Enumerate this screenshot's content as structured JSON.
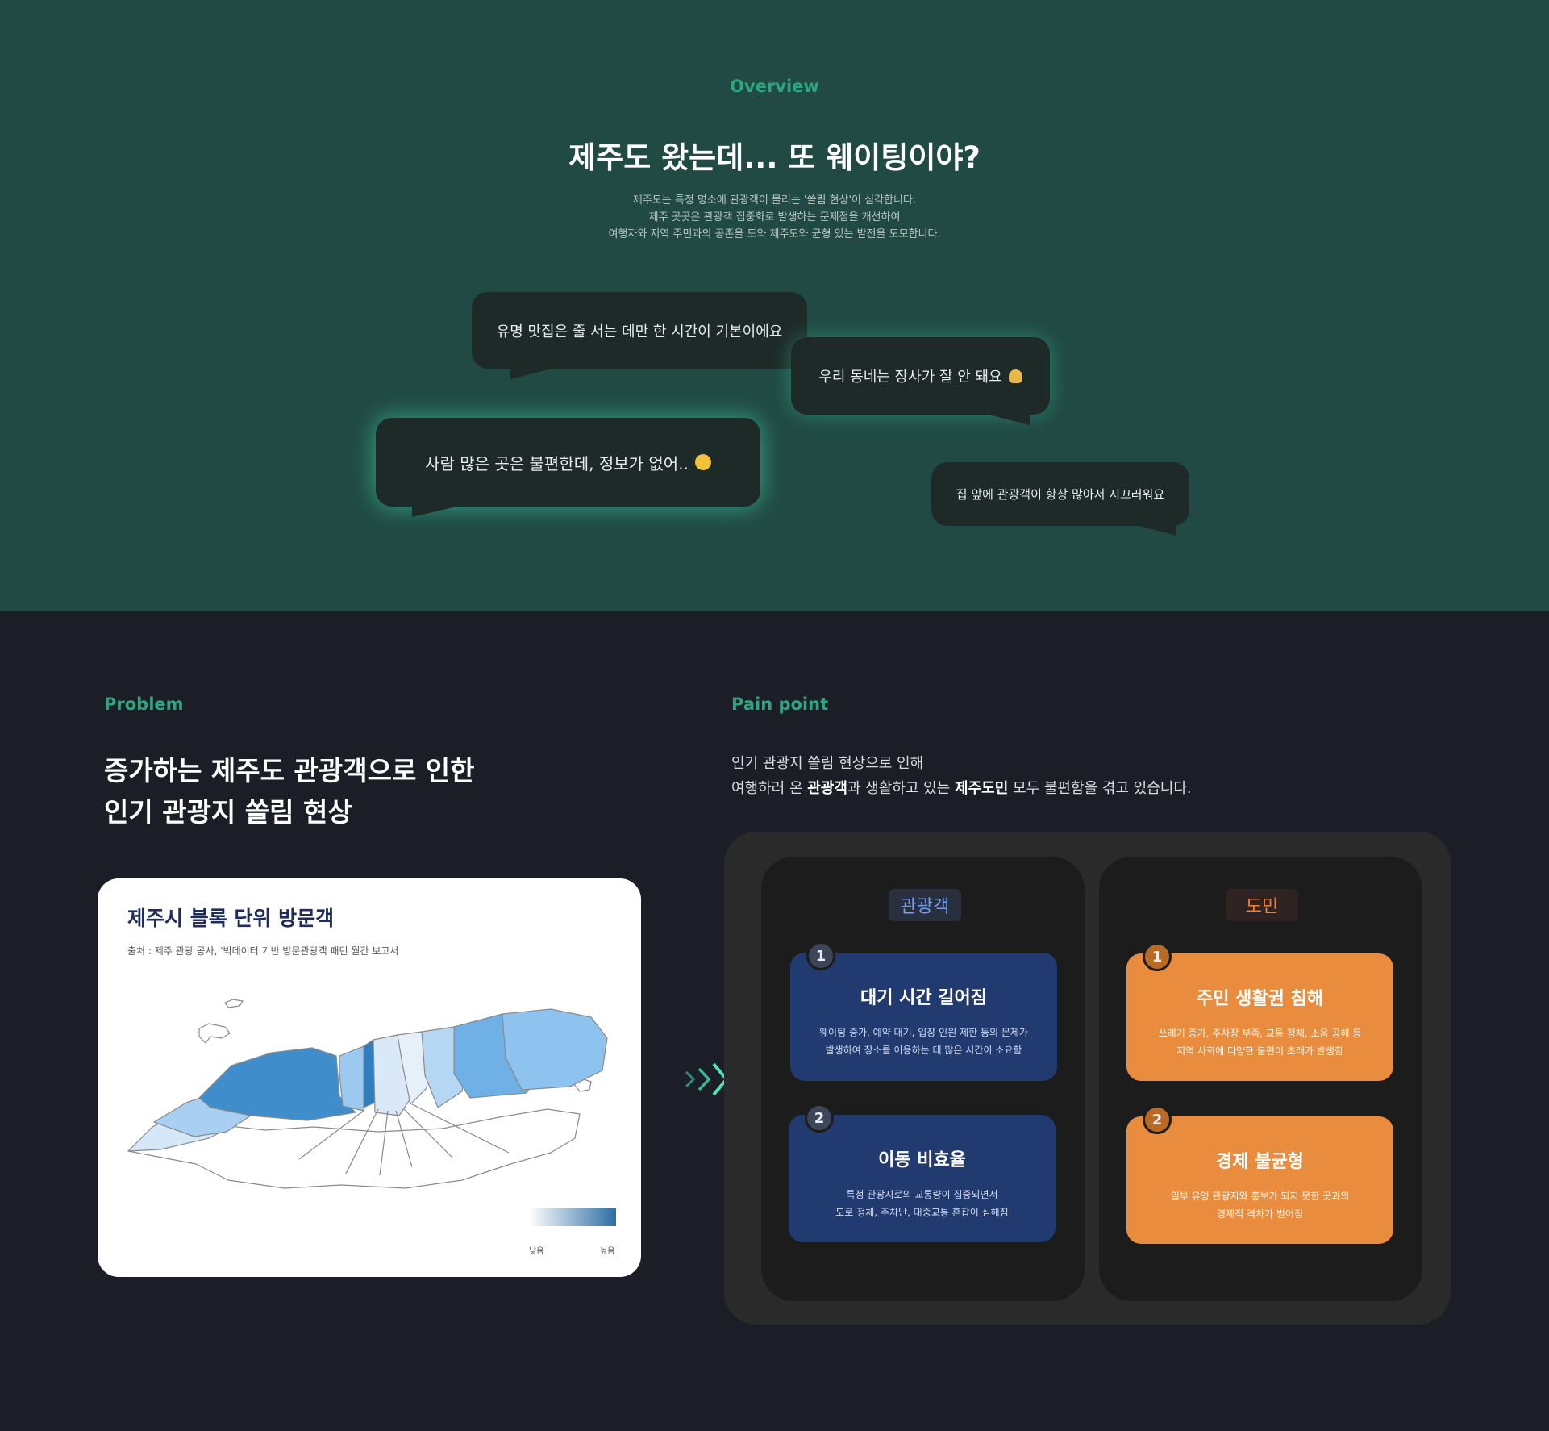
{
  "overview": {
    "label": "Overview",
    "title": "제주도 왔는데... 또 웨이팅이야?",
    "desc_lines": [
      "제주도는 특정 명소에 관광객이 몰리는 '쏠림 현상'이 심각합니다.",
      "제주 곳곳은 관광객 집중화로 발생하는 문제점을 개선하여",
      "여행자와 지역 주민과의 공존을 도와 제주도와 균형 있는 발전을 도모합니다."
    ],
    "bubbles": [
      "유명 맛집은 줄 서는 데만 한 시간이 기본이에요",
      "우리 동네는 장사가 잘 안 돼요",
      "사람 많은 곳은 불편한데, 정보가 없어..",
      "집 앞에 관광객이 항상 많아서 시끄러워요"
    ]
  },
  "problem": {
    "label": "Problem",
    "title_lines": [
      "증가하는 제주도 관광객으로 인한",
      "인기 관광지 쏠림 현상"
    ],
    "map": {
      "title": "제주시 블록 단위 방문객",
      "source": "출처 : 제주 관광 공사, '빅데이터 기반 방문관광객 패턴 월간 보고서",
      "legend_low": "낮음",
      "legend_high": "높음"
    }
  },
  "painpoint": {
    "label": "Pain point",
    "desc_line1": "인기 관광지 쏠림 현상으로 인해",
    "desc_line2_a": "여행하러 온 ",
    "desc_line2_b": "관광객",
    "desc_line2_c": "과 생활하고 있는 ",
    "desc_line2_d": "제주도민",
    "desc_line2_e": " 모두 불편함을 겪고 있습니다.",
    "tourist": {
      "chip": "관광객",
      "cards": [
        {
          "num": "1",
          "title": "대기 시간 길어짐",
          "desc1": "웨이팅 증가, 예약 대기, 입장 인원 제한 등의 문제가",
          "desc2": "발생하여 장소를 이용하는 데 많은 시간이 소요함"
        },
        {
          "num": "2",
          "title": "이동 비효율",
          "desc1": "특정 관광지로의 교통량이 집중되면서",
          "desc2": "도로 정체, 주차난, 대중교통 혼잡이 심해짐"
        }
      ]
    },
    "resident": {
      "chip": "도민",
      "cards": [
        {
          "num": "1",
          "title": "주민 생활권 침해",
          "desc1": "쓰레기 증가, 주차장 부족, 교통 정체, 소음 공해 등",
          "desc2": "지역 사회에 다양한 불편이 초래가 발생함"
        },
        {
          "num": "2",
          "title": "경제 불균형",
          "desc1": "일부 유명 관광지와 홍보가 되지 못한 곳과의",
          "desc2": "경제적 격차가 벌어짐"
        }
      ]
    }
  },
  "colors": {
    "overview_bg": "#214a44",
    "page_bg": "#1b1e26",
    "accent_green": "#2aa77e",
    "tourist_blue": "#213a70",
    "resident_orange": "#e98c3e"
  }
}
